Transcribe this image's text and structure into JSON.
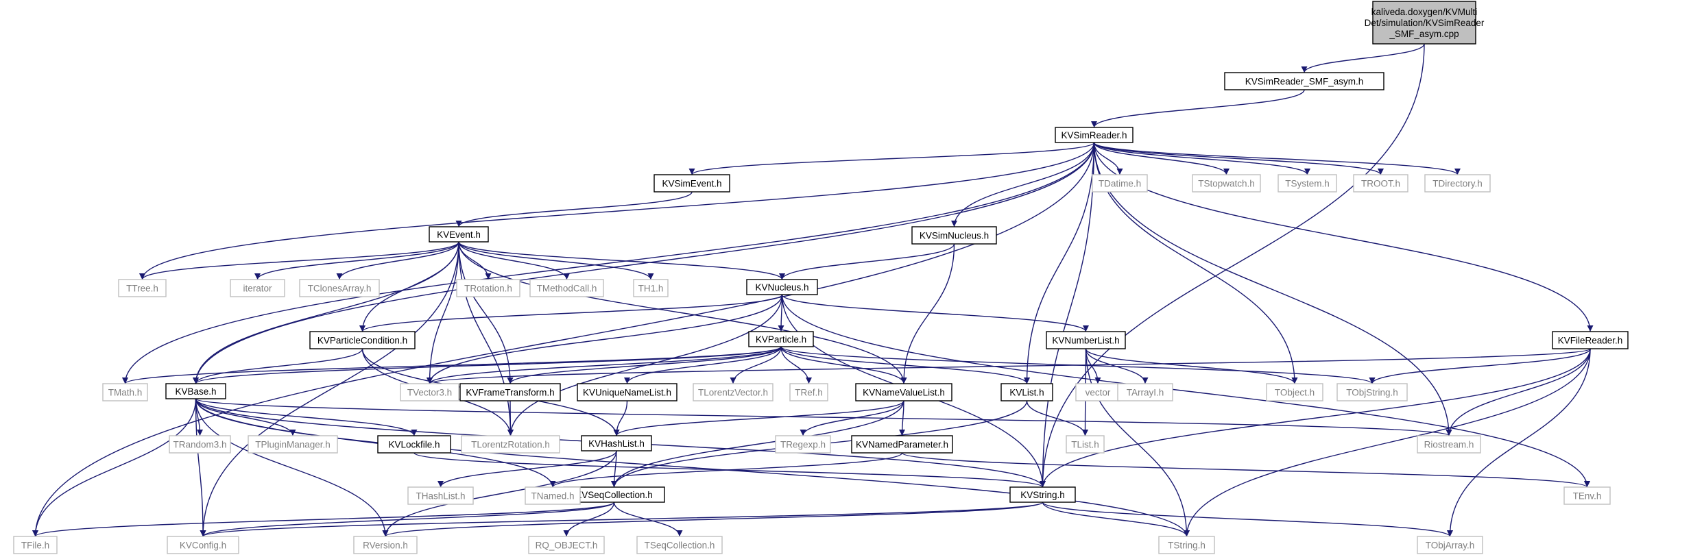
{
  "colors": {
    "edge": "#191970",
    "focus_fill": "#bfbfbf",
    "box_border": "#000000",
    "external_border": "#bfbfbf",
    "external_text": "#808080",
    "text": "#000000"
  },
  "nodes": [
    {
      "id": "root",
      "label_lines": [
        "kaliveda.doxygen/KVMulti",
        "Det/simulation/KVSimReader",
        "_SMF_asym.cpp"
      ],
      "kind": "focus"
    },
    {
      "id": "KVSimReader_SMF_asym",
      "label_lines": [
        "KVSimReader_SMF_asym.h"
      ],
      "kind": "local"
    },
    {
      "id": "KVSimReader",
      "label_lines": [
        "KVSimReader.h"
      ],
      "kind": "local"
    },
    {
      "id": "KVSimEvent",
      "label_lines": [
        "KVSimEvent.h"
      ],
      "kind": "local"
    },
    {
      "id": "KVEvent",
      "label_lines": [
        "KVEvent.h"
      ],
      "kind": "local"
    },
    {
      "id": "KVSimNucleus",
      "label_lines": [
        "KVSimNucleus.h"
      ],
      "kind": "local"
    },
    {
      "id": "KVNucleus",
      "label_lines": [
        "KVNucleus.h"
      ],
      "kind": "local"
    },
    {
      "id": "KVParticleCondition",
      "label_lines": [
        "KVParticleCondition.h"
      ],
      "kind": "local"
    },
    {
      "id": "KVParticle",
      "label_lines": [
        "KVParticle.h"
      ],
      "kind": "local"
    },
    {
      "id": "KVNumberList",
      "label_lines": [
        "KVNumberList.h"
      ],
      "kind": "local"
    },
    {
      "id": "KVFileReader",
      "label_lines": [
        "KVFileReader.h"
      ],
      "kind": "local"
    },
    {
      "id": "KVBase",
      "label_lines": [
        "KVBase.h"
      ],
      "kind": "local"
    },
    {
      "id": "KVFrameTransform",
      "label_lines": [
        "KVFrameTransform.h"
      ],
      "kind": "local"
    },
    {
      "id": "KVUniqueNameList",
      "label_lines": [
        "KVUniqueNameList.h"
      ],
      "kind": "local"
    },
    {
      "id": "KVNameValueList",
      "label_lines": [
        "KVNameValueList.h"
      ],
      "kind": "local"
    },
    {
      "id": "KVList",
      "label_lines": [
        "KVList.h"
      ],
      "kind": "local"
    },
    {
      "id": "KVLockfile",
      "label_lines": [
        "KVLockfile.h"
      ],
      "kind": "local"
    },
    {
      "id": "KVHashList",
      "label_lines": [
        "KVHashList.h"
      ],
      "kind": "local"
    },
    {
      "id": "KVNamedParameter",
      "label_lines": [
        "KVNamedParameter.h"
      ],
      "kind": "local"
    },
    {
      "id": "KVSeqCollection",
      "label_lines": [
        "KVSeqCollection.h"
      ],
      "kind": "local"
    },
    {
      "id": "KVString",
      "label_lines": [
        "KVString.h"
      ],
      "kind": "local"
    },
    {
      "id": "TDatime",
      "label_lines": [
        "TDatime.h"
      ],
      "kind": "external"
    },
    {
      "id": "TStopwatch",
      "label_lines": [
        "TStopwatch.h"
      ],
      "kind": "external"
    },
    {
      "id": "TSystem",
      "label_lines": [
        "TSystem.h"
      ],
      "kind": "external"
    },
    {
      "id": "TROOT",
      "label_lines": [
        "TROOT.h"
      ],
      "kind": "external"
    },
    {
      "id": "TDirectory",
      "label_lines": [
        "TDirectory.h"
      ],
      "kind": "external"
    },
    {
      "id": "TTree",
      "label_lines": [
        "TTree.h"
      ],
      "kind": "external"
    },
    {
      "id": "iterator",
      "label_lines": [
        "iterator"
      ],
      "kind": "external"
    },
    {
      "id": "TClonesArray",
      "label_lines": [
        "TClonesArray.h"
      ],
      "kind": "external"
    },
    {
      "id": "TRotation",
      "label_lines": [
        "TRotation.h"
      ],
      "kind": "external"
    },
    {
      "id": "TMethodCall",
      "label_lines": [
        "TMethodCall.h"
      ],
      "kind": "external"
    },
    {
      "id": "TH1",
      "label_lines": [
        "TH1.h"
      ],
      "kind": "external"
    },
    {
      "id": "TMath",
      "label_lines": [
        "TMath.h"
      ],
      "kind": "external"
    },
    {
      "id": "TVector3",
      "label_lines": [
        "TVector3.h"
      ],
      "kind": "external"
    },
    {
      "id": "TLorentzVector",
      "label_lines": [
        "TLorentzVector.h"
      ],
      "kind": "external"
    },
    {
      "id": "TRef",
      "label_lines": [
        "TRef.h"
      ],
      "kind": "external"
    },
    {
      "id": "vector",
      "label_lines": [
        "vector"
      ],
      "kind": "external"
    },
    {
      "id": "TArrayI",
      "label_lines": [
        "TArrayI.h"
      ],
      "kind": "external"
    },
    {
      "id": "TObject",
      "label_lines": [
        "TObject.h"
      ],
      "kind": "external"
    },
    {
      "id": "TObjString",
      "label_lines": [
        "TObjString.h"
      ],
      "kind": "external"
    },
    {
      "id": "TRandom3",
      "label_lines": [
        "TRandom3.h"
      ],
      "kind": "external"
    },
    {
      "id": "TPluginManager",
      "label_lines": [
        "TPluginManager.h"
      ],
      "kind": "external"
    },
    {
      "id": "TLorentzRotation",
      "label_lines": [
        "TLorentzRotation.h"
      ],
      "kind": "external"
    },
    {
      "id": "TRegexp",
      "label_lines": [
        "TRegexp.h"
      ],
      "kind": "external"
    },
    {
      "id": "TList",
      "label_lines": [
        "TList.h"
      ],
      "kind": "external"
    },
    {
      "id": "Riostream",
      "label_lines": [
        "Riostream.h"
      ],
      "kind": "external"
    },
    {
      "id": "THashList",
      "label_lines": [
        "THashList.h"
      ],
      "kind": "external"
    },
    {
      "id": "TNamed",
      "label_lines": [
        "TNamed.h"
      ],
      "kind": "external"
    },
    {
      "id": "TEnv",
      "label_lines": [
        "TEnv.h"
      ],
      "kind": "external"
    },
    {
      "id": "TFile",
      "label_lines": [
        "TFile.h"
      ],
      "kind": "external"
    },
    {
      "id": "KVConfig",
      "label_lines": [
        "KVConfig.h"
      ],
      "kind": "external"
    },
    {
      "id": "RVersion",
      "label_lines": [
        "RVersion.h"
      ],
      "kind": "external"
    },
    {
      "id": "RQ_OBJECT",
      "label_lines": [
        "RQ_OBJECT.h"
      ],
      "kind": "external"
    },
    {
      "id": "TSeqCollection",
      "label_lines": [
        "TSeqCollection.h"
      ],
      "kind": "external"
    },
    {
      "id": "TString",
      "label_lines": [
        "TString.h"
      ],
      "kind": "external"
    },
    {
      "id": "TObjArray",
      "label_lines": [
        "TObjArray.h"
      ],
      "kind": "external"
    }
  ],
  "edges": [
    [
      "root",
      "KVSimReader_SMF_asym"
    ],
    [
      "root",
      "KVString"
    ],
    [
      "KVSimReader_SMF_asym",
      "KVSimReader"
    ],
    [
      "KVSimReader",
      "KVSimEvent"
    ],
    [
      "KVSimReader",
      "KVSimNucleus"
    ],
    [
      "KVSimReader",
      "TDatime"
    ],
    [
      "KVSimReader",
      "TStopwatch"
    ],
    [
      "KVSimReader",
      "TSystem"
    ],
    [
      "KVSimReader",
      "TROOT"
    ],
    [
      "KVSimReader",
      "TDirectory"
    ],
    [
      "KVSimReader",
      "KVFileReader"
    ],
    [
      "KVSimReader",
      "TTree"
    ],
    [
      "KVSimReader",
      "KVBase"
    ],
    [
      "KVSimReader",
      "TMath"
    ],
    [
      "KVSimReader",
      "TFile"
    ],
    [
      "KVSimReader",
      "KVList"
    ],
    [
      "KVSimReader",
      "TObject"
    ],
    [
      "KVSimReader",
      "KVString"
    ],
    [
      "KVSimReader",
      "Riostream"
    ],
    [
      "KVSimEvent",
      "KVEvent"
    ],
    [
      "KVEvent",
      "TTree"
    ],
    [
      "KVEvent",
      "iterator"
    ],
    [
      "KVEvent",
      "TClonesArray"
    ],
    [
      "KVEvent",
      "TRotation"
    ],
    [
      "KVEvent",
      "TMethodCall"
    ],
    [
      "KVEvent",
      "TH1"
    ],
    [
      "KVEvent",
      "KVNucleus"
    ],
    [
      "KVEvent",
      "KVParticleCondition"
    ],
    [
      "KVEvent",
      "KVBase"
    ],
    [
      "KVEvent",
      "KVConfig"
    ],
    [
      "KVEvent",
      "TVector3"
    ],
    [
      "KVEvent",
      "TLorentzRotation"
    ],
    [
      "KVEvent",
      "KVNameValueList"
    ],
    [
      "KVEvent",
      "KVFrameTransform"
    ],
    [
      "KVSimNucleus",
      "KVNucleus"
    ],
    [
      "KVSimNucleus",
      "KVNameValueList"
    ],
    [
      "KVNucleus",
      "KVParticleCondition"
    ],
    [
      "KVNucleus",
      "KVParticle"
    ],
    [
      "KVNucleus",
      "KVNumberList"
    ],
    [
      "KVNucleus",
      "TVector3"
    ],
    [
      "KVNucleus",
      "KVString"
    ],
    [
      "KVNucleus",
      "TEnv"
    ],
    [
      "KVNucleus",
      "TLorentzRotation"
    ],
    [
      "KVParticleCondition",
      "KVBase"
    ],
    [
      "KVParticleCondition",
      "TLorentzRotation"
    ],
    [
      "KVParticleCondition",
      "KVHashList"
    ],
    [
      "KVParticle",
      "TMath"
    ],
    [
      "KVParticle",
      "KVBase"
    ],
    [
      "KVParticle",
      "TVector3"
    ],
    [
      "KVParticle",
      "KVFrameTransform"
    ],
    [
      "KVParticle",
      "KVUniqueNameList"
    ],
    [
      "KVParticle",
      "TLorentzVector"
    ],
    [
      "KVParticle",
      "TRef"
    ],
    [
      "KVParticle",
      "KVNameValueList"
    ],
    [
      "KVParticle",
      "KVList"
    ],
    [
      "KVParticle",
      "TObjString"
    ],
    [
      "KVNumberList",
      "vector"
    ],
    [
      "KVNumberList",
      "TArrayI"
    ],
    [
      "KVNumberList",
      "TObject"
    ],
    [
      "KVNumberList",
      "TList"
    ],
    [
      "KVNumberList",
      "TString"
    ],
    [
      "KVFileReader",
      "TVector3"
    ],
    [
      "KVFileReader",
      "TObjString"
    ],
    [
      "KVFileReader",
      "Riostream"
    ],
    [
      "KVFileReader",
      "KVString"
    ],
    [
      "KVFileReader",
      "TString"
    ],
    [
      "KVFileReader",
      "TObjArray"
    ],
    [
      "KVBase",
      "TRandom3"
    ],
    [
      "KVBase",
      "TPluginManager"
    ],
    [
      "KVBase",
      "KVLockfile"
    ],
    [
      "KVBase",
      "TNamed"
    ],
    [
      "KVBase",
      "TFile"
    ],
    [
      "KVBase",
      "KVConfig"
    ],
    [
      "KVBase",
      "RVersion"
    ],
    [
      "KVBase",
      "TString"
    ],
    [
      "KVBase",
      "Riostream"
    ],
    [
      "KVBase",
      "KVString"
    ],
    [
      "KVFrameTransform",
      "TLorentzRotation"
    ],
    [
      "KVUniqueNameList",
      "KVHashList"
    ],
    [
      "KVNameValueList",
      "KVHashList"
    ],
    [
      "KVNameValueList",
      "TRegexp"
    ],
    [
      "KVNameValueList",
      "KVNamedParameter"
    ],
    [
      "KVNameValueList",
      "KVSeqCollection"
    ],
    [
      "KVList",
      "TList"
    ],
    [
      "KVList",
      "KVSeqCollection"
    ],
    [
      "KVLockfile",
      "KVString"
    ],
    [
      "KVHashList",
      "THashList"
    ],
    [
      "KVHashList",
      "KVSeqCollection"
    ],
    [
      "KVHashList",
      "RVersion"
    ],
    [
      "KVNamedParameter",
      "TNamed"
    ],
    [
      "KVNamedParameter",
      "TEnv"
    ],
    [
      "KVSeqCollection",
      "KVConfig"
    ],
    [
      "KVSeqCollection",
      "RQ_OBJECT"
    ],
    [
      "KVSeqCollection",
      "TSeqCollection"
    ],
    [
      "KVSeqCollection",
      "TFile"
    ],
    [
      "KVString",
      "KVConfig"
    ],
    [
      "KVString",
      "RVersion"
    ],
    [
      "KVString",
      "TString"
    ],
    [
      "KVString",
      "TObjArray"
    ]
  ]
}
